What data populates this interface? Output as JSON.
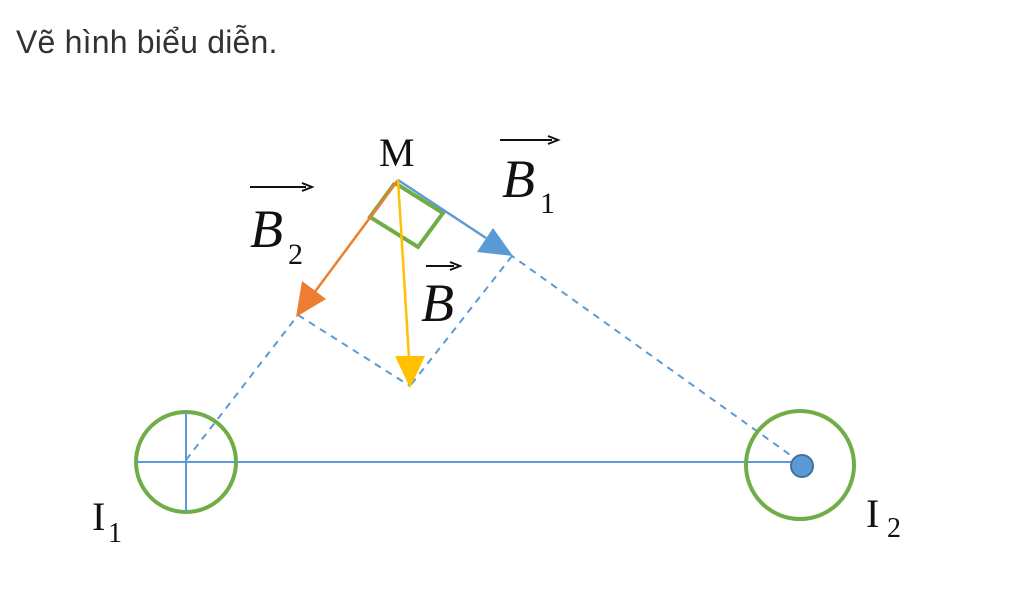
{
  "caption": "Vẽ hình biểu diễn.",
  "diagram": {
    "point_label": "M",
    "vectors": {
      "b1": {
        "letter": "B",
        "subscript": "1",
        "color": "#5b9bd5"
      },
      "b2": {
        "letter": "B",
        "subscript": "2",
        "color": "#ed7d31"
      },
      "b": {
        "letter": "B",
        "subscript": "",
        "color": "#ffc000"
      }
    },
    "wires": {
      "i1": {
        "letter": "I",
        "subscript": "1",
        "current": "into-page"
      },
      "i2": {
        "letter": "I",
        "subscript": "2",
        "current": "out-of-page"
      }
    },
    "colors": {
      "wire_circle": "#70ad47",
      "right_angle_mark": "#70ad47",
      "construction_lines": "#5b9bd5"
    }
  }
}
